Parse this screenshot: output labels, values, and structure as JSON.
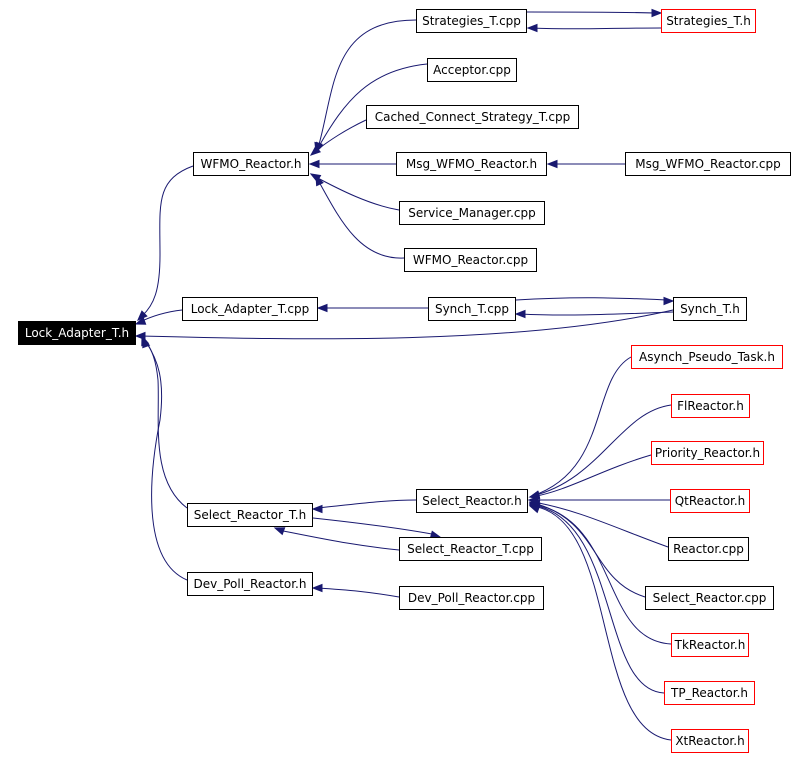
{
  "colors": {
    "edge": "#191970",
    "node_border": "#000000",
    "external_border": "#ff0000",
    "root_fill": "#000000",
    "root_text": "#ffffff"
  },
  "nodes": {
    "lock_adapter_t_h": "Lock_Adapter_T.h",
    "wfmo_reactor_h": "WFMO_Reactor.h",
    "strategies_t_cpp": "Strategies_T.cpp",
    "strategies_t_h": "Strategies_T.h",
    "acceptor_cpp": "Acceptor.cpp",
    "cached_connect_strategy_t_cpp": "Cached_Connect_Strategy_T.cpp",
    "msg_wfmo_reactor_h": "Msg_WFMO_Reactor.h",
    "msg_wfmo_reactor_cpp": "Msg_WFMO_Reactor.cpp",
    "service_manager_cpp": "Service_Manager.cpp",
    "wfmo_reactor_cpp": "WFMO_Reactor.cpp",
    "lock_adapter_t_cpp": "Lock_Adapter_T.cpp",
    "synch_t_cpp": "Synch_T.cpp",
    "synch_t_h": "Synch_T.h",
    "asynch_pseudo_task_h": "Asynch_Pseudo_Task.h",
    "flreactor_h": "FlReactor.h",
    "priority_reactor_h": "Priority_Reactor.h",
    "select_reactor_h": "Select_Reactor.h",
    "qtreactor_h": "QtReactor.h",
    "select_reactor_t_h": "Select_Reactor_T.h",
    "reactor_cpp": "Reactor.cpp",
    "select_reactor_t_cpp": "Select_Reactor_T.cpp",
    "dev_poll_reactor_h": "Dev_Poll_Reactor.h",
    "dev_poll_reactor_cpp": "Dev_Poll_Reactor.cpp",
    "select_reactor_cpp": "Select_Reactor.cpp",
    "tkreactor_h": "TkReactor.h",
    "tp_reactor_h": "TP_Reactor.h",
    "xtreactor_h": "XtReactor.h"
  }
}
